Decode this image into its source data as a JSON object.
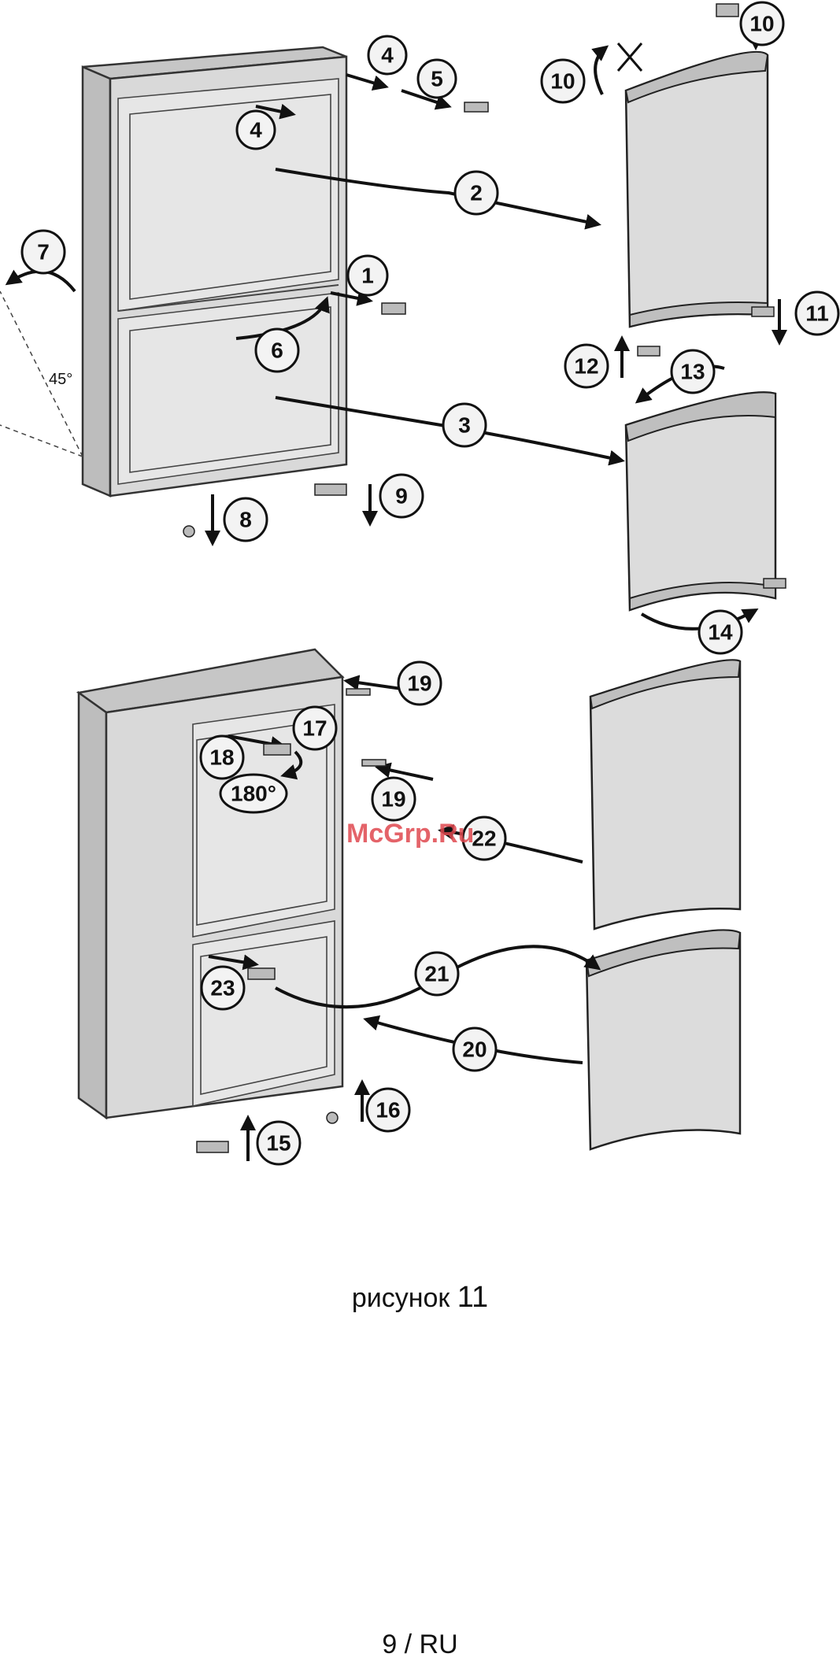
{
  "figure": {
    "caption_prefix": "рисунок",
    "caption_number": "11",
    "page_footer": "9 / RU",
    "watermark": "McGrp.Ru",
    "angle_label": "45°",
    "rotation_label": "180°"
  },
  "steps": {
    "s1": "1",
    "s2": "2",
    "s3": "3",
    "s4a": "4",
    "s4b": "4",
    "s5": "5",
    "s6": "6",
    "s7": "7",
    "s8": "8",
    "s9": "9",
    "s10a": "10",
    "s10b": "10",
    "s11": "11",
    "s12": "12",
    "s13": "13",
    "s14": "14",
    "s15": "15",
    "s16": "16",
    "s17": "17",
    "s18": "18",
    "s19a": "19",
    "s19b": "19",
    "s20": "20",
    "s21": "21",
    "s22": "22",
    "s23": "23"
  },
  "icons": {
    "top_diagram": "fridge-door-removal-diagram",
    "bottom_diagram": "fridge-door-reinstall-diagram",
    "hinge": "hinge-icon",
    "screw": "screw-icon",
    "no_entry": "crossed-out-icon"
  }
}
